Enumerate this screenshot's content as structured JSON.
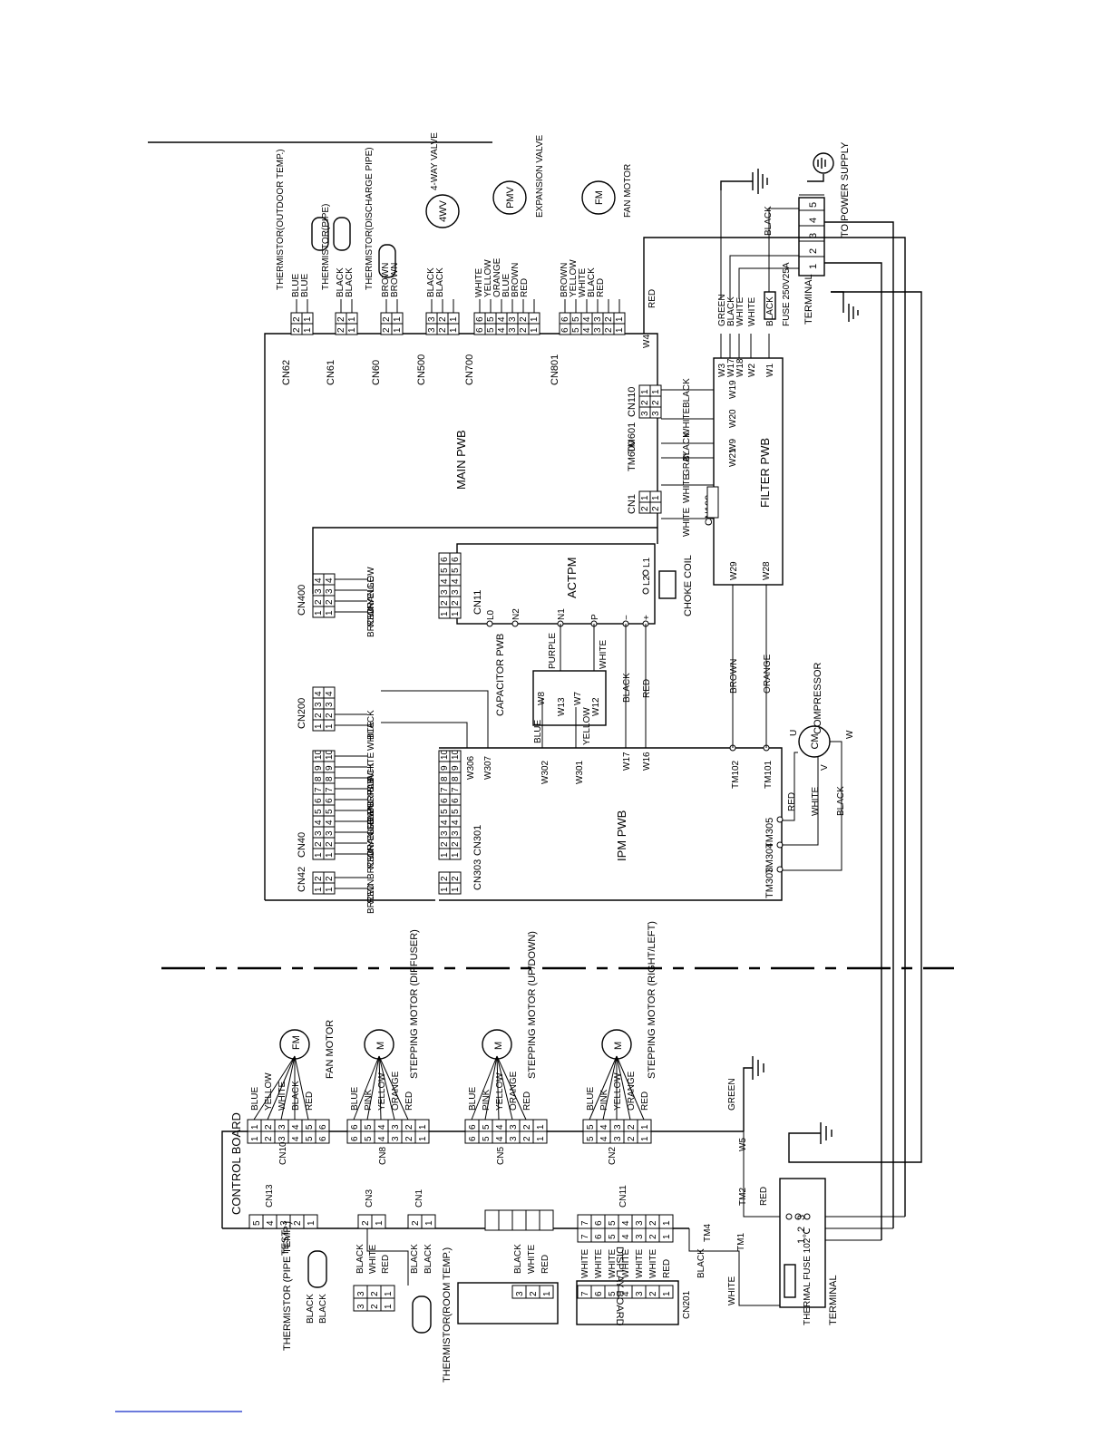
{
  "outdoor": {
    "main_pwb": "MAIN PWB",
    "filter_pwb": "FILTER PWB",
    "ipm_pwb": "IPM PWB",
    "actpm": "ACTPM",
    "capacitor_pwb": "CAPACITOR PWB",
    "choke_coil": "CHOKE COIL",
    "terminal": "TERMINAL",
    "fuse": "FUSE 250V25A",
    "to_power_supply": "TO POWER SUPPLY",
    "terminal_pins": [
      "1",
      "2",
      "3",
      "4",
      "5"
    ],
    "components": {
      "therm_outdoor": "THERMISTOR(OUTDOOR TEMP.)",
      "therm_pipe": "THERMISTOR(PIPE)",
      "therm_discharge": "THERMISTOR(DISCHARGE PIPE)",
      "four_way": {
        "symbol": "4WV",
        "label": "4-WAY VALVE"
      },
      "pmv": {
        "symbol": "PMV",
        "label": "EXPANSION VALVE"
      },
      "fan": {
        "symbol": "FM",
        "label": "FAN MOTOR"
      },
      "compressor": {
        "symbol": "CM",
        "label": "COMPRESSOR",
        "u": "U",
        "v": "V",
        "w": "W"
      }
    },
    "top_connectors": [
      {
        "name": "CN62",
        "pins": [
          "2",
          "1"
        ],
        "wires": [
          "BLUE",
          "BLUE"
        ]
      },
      {
        "name": "CN61",
        "pins": [
          "2",
          "1"
        ],
        "wires": [
          "BLACK",
          "BLACK"
        ]
      },
      {
        "name": "CN60",
        "pins": [
          "2",
          "1"
        ],
        "wires": [
          "BROWN",
          "BROWN"
        ]
      },
      {
        "name": "CN500",
        "pins": [
          "3",
          "2",
          "1"
        ],
        "wires": [
          "BLACK",
          "BLACK"
        ]
      },
      {
        "name": "CN700",
        "pins": [
          "6",
          "5",
          "4",
          "3",
          "2",
          "1"
        ],
        "wires": [
          "WHITE",
          "YELLOW",
          "ORANGE",
          "BLUE",
          "BROWN",
          "RED"
        ]
      },
      {
        "name": "CN801",
        "pins": [
          "6",
          "5",
          "4",
          "3",
          "2",
          "1"
        ],
        "wires": [
          "BROWN",
          "YELLOW",
          "WHITE",
          "BLACK",
          "RED"
        ]
      }
    ],
    "red_w4": {
      "wire": "RED",
      "tag": "W4"
    },
    "left_connectors": [
      {
        "name": "CN400",
        "pins": [
          "1",
          "2",
          "3",
          "4"
        ]
      },
      {
        "name": "CN200",
        "pins": [
          "1",
          "2",
          "3",
          "4"
        ]
      },
      {
        "name": "CN40",
        "pins": [
          "1",
          "2",
          "3",
          "4",
          "5",
          "6",
          "7",
          "8",
          "9",
          "10"
        ]
      },
      {
        "name": "CN42",
        "pins": [
          "1",
          "2"
        ]
      }
    ],
    "cn400_wires": [
      "BROWN",
      "RED",
      "ORANGE",
      "YELLOW"
    ],
    "cn200_wires": [
      "WHITE",
      "BLACK"
    ],
    "cn40_wires": [
      "BROWN",
      "RED",
      "ORANGE",
      "YELLOW",
      "GREEN",
      "BLUE",
      "PURPLE",
      "GRAY",
      "BLACK",
      "WHITE"
    ],
    "cn42_wires": [
      "BROWN",
      "RED"
    ],
    "cn11": {
      "name": "CN11",
      "pins": [
        "1",
        "2",
        "3",
        "4",
        "5",
        "6"
      ]
    },
    "cn301": {
      "name": "CN301",
      "pins": [
        "1",
        "2",
        "3",
        "4",
        "5",
        "6",
        "7",
        "8",
        "9",
        "10"
      ]
    },
    "cn303": {
      "name": "CN303",
      "pins": [
        "1",
        "2"
      ]
    },
    "actpm_terms": [
      "L0",
      "N2",
      "N1",
      "P",
      "−",
      "+",
      "L2",
      "L1"
    ],
    "cap_terms": [
      "PURPLE",
      "WHITE",
      "W13",
      "W12",
      "W8",
      "W7",
      "BLUE",
      "YELLOW",
      "BLACK",
      "RED"
    ],
    "ipm_terms": [
      "W306",
      "W307",
      "W302",
      "W301",
      "W17",
      "W16",
      "TM102",
      "TM101",
      "TM305",
      "TM304",
      "TM303",
      "BROWN",
      "ORANGE",
      "RED",
      "WHITE",
      "BLACK"
    ],
    "cn110": {
      "name": "CN110",
      "pins": [
        "1",
        "2",
        "3"
      ]
    },
    "cn1": {
      "name": "CN1",
      "pins": [
        "1",
        "2"
      ]
    },
    "cn100": {
      "name": "CN100",
      "pins": [
        "1",
        "2"
      ]
    },
    "tm601": "TM601",
    "tm600": "TM600",
    "filter_rows": [
      {
        "wire": "BLACK",
        "tag": "W19"
      },
      {
        "wire": "WHITE",
        "tag": "W20"
      },
      {
        "wire": "BLACK",
        "tag": "W9"
      },
      {
        "wire": "GRAY",
        "tag": "W21"
      },
      {
        "wire": "WHITE",
        "tag": ""
      },
      {
        "wire": "WHITE",
        "tag": ""
      }
    ],
    "filter_top_tags": [
      "W3",
      "W17",
      "W18",
      "W2",
      "W1"
    ],
    "filter_top_wires": [
      "GREEN",
      "BLACK",
      "WHITE",
      "WHITE",
      "BLACK"
    ],
    "filter_bottom_tags": [
      "W29",
      "W28"
    ],
    "terminal_black": "BLACK"
  },
  "indoor": {
    "control_board": "CONTROL BOARD",
    "display_board": "DISPLAY BOARD",
    "terminal": "TERMINAL",
    "thermal_fuse": "THERMAL FUSE 102℃",
    "terminal_pins": [
      "1",
      "2",
      "3"
    ],
    "test": "TEST",
    "motors": [
      {
        "name": "CN10",
        "pins": [
          "1",
          "2",
          "3",
          "4",
          "5",
          "6"
        ],
        "wires": [
          "BLUE",
          "YELLOW",
          "WHITE",
          "BLACK",
          "RED"
        ],
        "symbol": "FM",
        "label": "FAN MOTOR"
      },
      {
        "name": "CN8",
        "pins": [
          "6",
          "5",
          "4",
          "3",
          "2",
          "1"
        ],
        "wires": [
          "BLUE",
          "PINK",
          "YELLOW",
          "ORANGE",
          "RED"
        ],
        "symbol": "M",
        "label": "STEPPING MOTOR (DIFFUSER)"
      },
      {
        "name": "CN5",
        "pins": [
          "6",
          "5",
          "4",
          "3",
          "2",
          "1"
        ],
        "wires": [
          "BLUE",
          "PINK",
          "YELLOW",
          "ORANGE",
          "RED"
        ],
        "symbol": "M",
        "label": "STEPPING MOTOR (UP/DOWN)"
      },
      {
        "name": "CN2",
        "pins": [
          "5",
          "4",
          "3",
          "2",
          "1"
        ],
        "wires": [
          "BLUE",
          "PINK",
          "YELLOW",
          "ORANGE",
          "RED"
        ],
        "symbol": "M",
        "label": "STEPPING MOTOR (RIGHT/LEFT)"
      }
    ],
    "cn13": {
      "name": "CN13",
      "pins": [
        "5",
        "4",
        "3",
        "2",
        "1"
      ]
    },
    "cn3": {
      "name": "CN3",
      "pins": [
        "2",
        "1"
      ],
      "wires": [
        "WHITE",
        "RED"
      ]
    },
    "cn1": {
      "name": "CN1",
      "pins": [
        "2",
        "1"
      ],
      "wires": [
        "BLACK",
        "BLACK"
      ]
    },
    "cn11": {
      "name": "CN11",
      "pins": [
        "7",
        "6",
        "5",
        "4",
        "3",
        "2",
        "1"
      ]
    },
    "cn201": {
      "name": "CN201",
      "pins": [
        "7",
        "6",
        "5",
        "4",
        "3",
        "2",
        "1"
      ]
    },
    "display_wires": [
      "WHITE",
      "WHITE",
      "WHITE",
      "WHITE",
      "WHITE",
      "WHITE",
      "RED"
    ],
    "small_conn": {
      "pins": [
        "3",
        "2",
        "1"
      ],
      "wires": [
        "BLACK",
        "WHITE",
        "RED"
      ]
    },
    "pipe_conn": {
      "pins": [
        "3",
        "2",
        "1"
      ],
      "left": [
        "BLACK",
        "BLACK"
      ],
      "right": [
        "BLACK",
        "WHITE",
        "RED"
      ]
    },
    "therm_pipe": "THERMISTOR (PIPE TEMP.)",
    "therm_room": "THERMISTOR(ROOM TEMP.)",
    "tags": {
      "w5": "W5",
      "green": "GREEN",
      "tm2": "TM2",
      "red": "RED",
      "tm1": "TM1",
      "tm4": "TM4",
      "black": "BLACK",
      "white": "WHITE"
    }
  }
}
